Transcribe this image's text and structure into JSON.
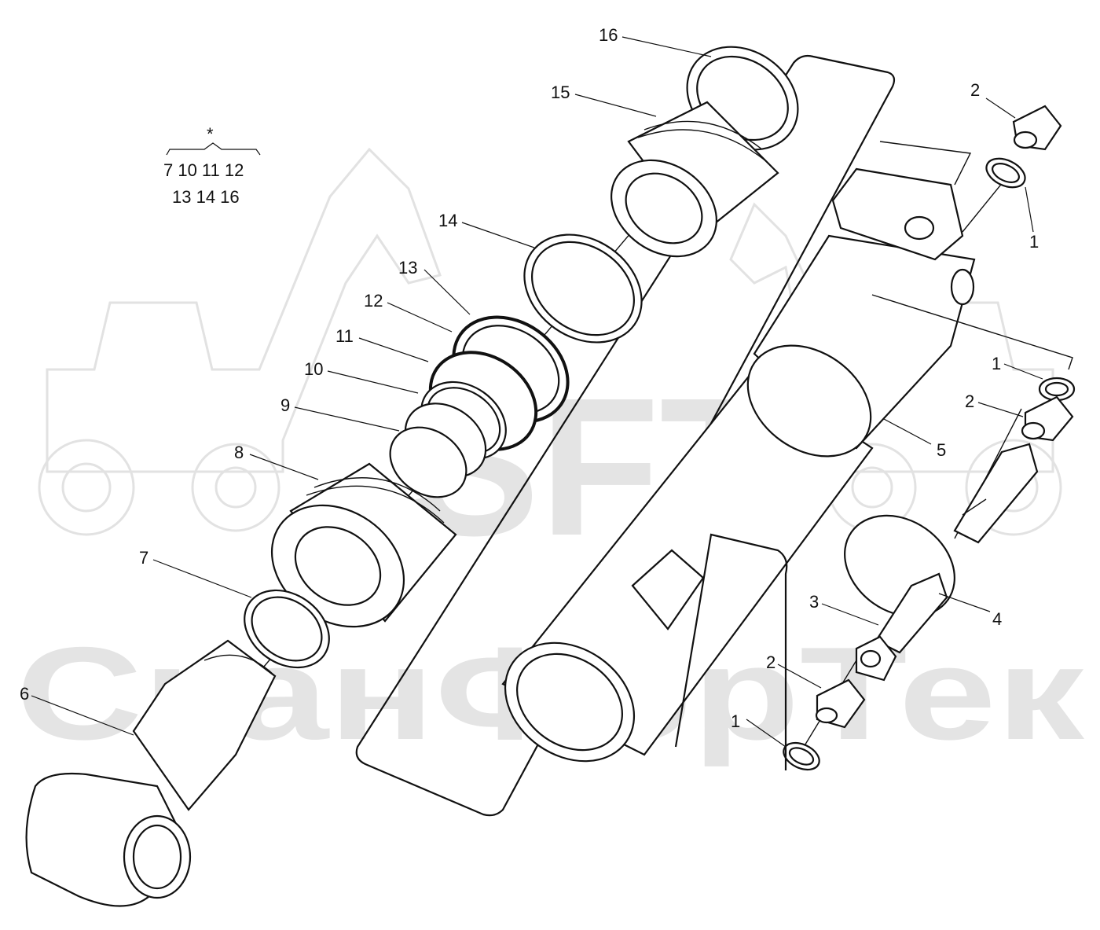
{
  "watermark": {
    "logo": "SFT",
    "company": "СканФорТек"
  },
  "kit_note": {
    "star": "*",
    "line1": "7 10 11 12",
    "line2": "13 14 16"
  },
  "callouts": {
    "c1a": "1",
    "c1b": "1",
    "c1c": "1",
    "c2a": "2",
    "c2b": "2",
    "c2c": "2",
    "c3": "3",
    "c4": "4",
    "c5": "5",
    "c6": "6",
    "c7": "7",
    "c8": "8",
    "c9": "9",
    "c10": "10",
    "c11": "11",
    "c12": "12",
    "c13": "13",
    "c14": "14",
    "c15": "15",
    "c16": "16"
  },
  "colors": {
    "ink": "#111111",
    "watermark": "#e4e4e4",
    "background": "#ffffff"
  }
}
